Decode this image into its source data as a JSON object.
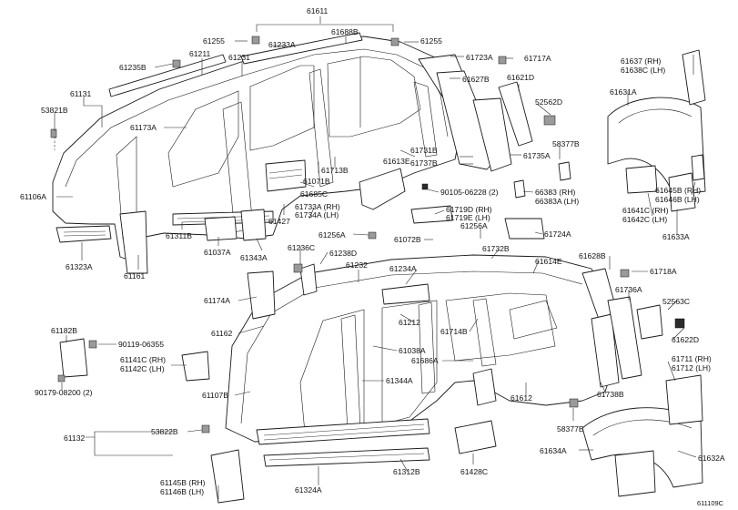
{
  "diagram_code": "611109C",
  "labels": {
    "l61611": "61611",
    "l61688B": "61688B",
    "l61255a": "61255",
    "l61233A": "61233A",
    "l61255b": "61255",
    "l61235B": "61235B",
    "l61211": "61211",
    "l61231": "61231",
    "l61131": "61131",
    "l53821B": "53821B",
    "l61173A": "61173A",
    "l61106A": "61106A",
    "l61323A": "61323A",
    "l61161": "61161",
    "l61311B": "61311B",
    "l61037A": "61037A",
    "l61343A": "61343A",
    "l61427": "61427",
    "l61071B": "61071B",
    "l61685C": "61685C",
    "l61713B": "61713B",
    "l61733A": "61733A (RH)",
    "l61734A": "61734A (LH)",
    "l61723A": "61723A",
    "l61717A": "61717A",
    "l61627B": "61627B",
    "l61621D": "61621D",
    "l52562D": "52562D",
    "l58377Ba": "58377B",
    "l61613E": "61613E",
    "l61731B": "61731B",
    "l61737B": "61737B",
    "l61735A": "61735A",
    "l90105": "90105-06228 (2)",
    "l66383RH": "66383 (RH)",
    "l66383LH": "66383A (LH)",
    "l61719D": "61719D (RH)",
    "l61719E": "61719E (LH)",
    "l61256Aa": "61256A",
    "l61724A": "61724A",
    "l61637": "61637 (RH)",
    "l61638C": "61638C (LH)",
    "l61631A": "61631A",
    "l61645B": "61645B (RH)",
    "l61646B": "61646B (LH)",
    "l61641C": "61641C (RH)",
    "l61642C": "61642C (LH)",
    "l61633A": "61633A",
    "l61256Ab": "61256A",
    "l61072B": "61072B",
    "l61236C": "61236C",
    "l61238D": "61238D",
    "l61232": "61232",
    "l61234A": "61234A",
    "l61732B": "61732B",
    "l61614E": "61614E",
    "l61628B": "61628B",
    "l61718A": "61718A",
    "l61174A": "61174A",
    "l61736A": "61736A",
    "l52563C": "52563C",
    "l61622D": "61622D",
    "l61182B": "61182B",
    "l90119": "90119-06355",
    "l61162": "61162",
    "l61212": "61212",
    "l61714B": "61714B",
    "l61038A": "61038A",
    "l61686A": "61686A",
    "l61141C": "61141C (RH)",
    "l61142C": "61142C (LH)",
    "l61344A": "61344A",
    "l61711": "61711 (RH)",
    "l61712": "61712 (LH)",
    "l90179": "90179-08200 (2)",
    "l61107B": "61107B",
    "l61612": "61612",
    "l61738B": "61738B",
    "l58377Bb": "58377B",
    "l61132": "61132",
    "l53822B": "53822B",
    "l61634A": "61634A",
    "l61428C": "61428C",
    "l61312B": "61312B",
    "l61632A": "61632A",
    "l61145B": "61145B (RH)",
    "l61146B": "61146B (LH)",
    "l61324A": "61324A"
  }
}
